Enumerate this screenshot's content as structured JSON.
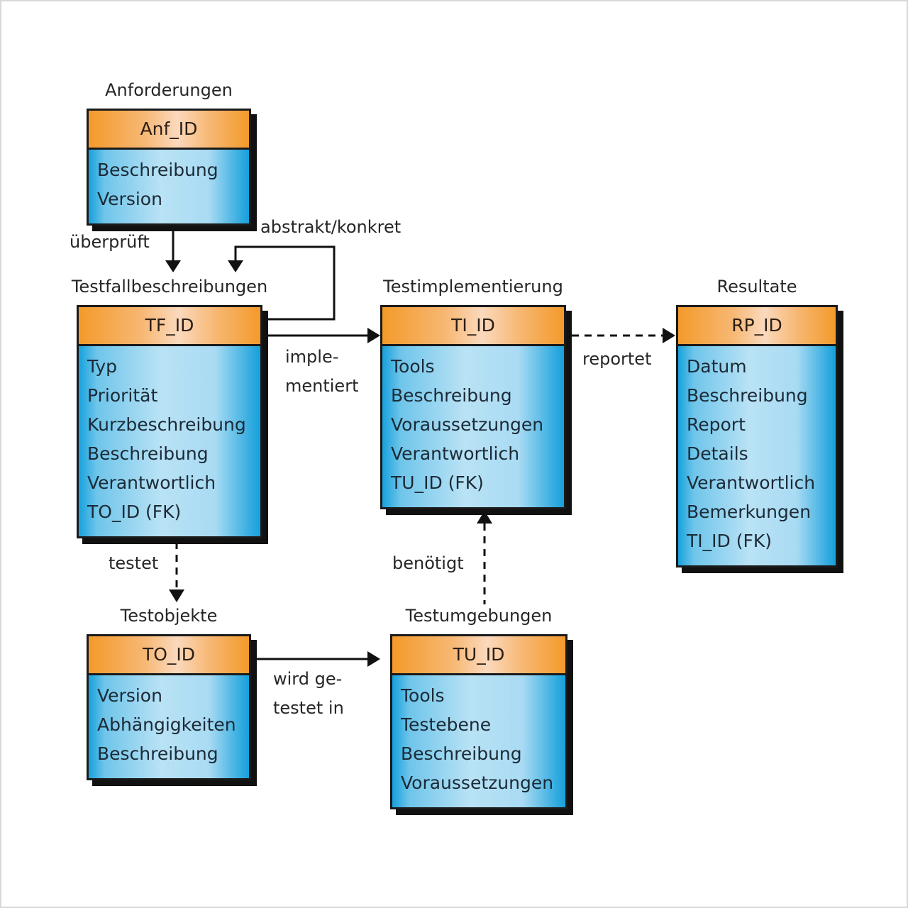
{
  "diagram": {
    "accent_colors": {
      "key_header": "#f39a2a",
      "attribute_body": "#6fc5ea",
      "border": "#1a1a1a"
    },
    "entities": {
      "anforderungen": {
        "title": "Anforderungen",
        "key": "Anf_ID",
        "attributes": [
          "Beschreibung",
          "Version"
        ]
      },
      "testfallbeschreibungen": {
        "title": "Testfallbeschreibungen",
        "key": "TF_ID",
        "attributes": [
          "Typ",
          "Priorität",
          "Kurzbeschreibung",
          "Beschreibung",
          "Verantwortlich",
          "TO_ID (FK)"
        ]
      },
      "testimplementierung": {
        "title": "Testimplementierung",
        "key": "TI_ID",
        "attributes": [
          "Tools",
          "Beschreibung",
          "Voraussetzungen",
          "Verantwortlich",
          "TU_ID (FK)"
        ]
      },
      "resultate": {
        "title": "Resultate",
        "key": "RP_ID",
        "attributes": [
          "Datum",
          "Beschreibung",
          "Report",
          "Details",
          "Verantwortlich",
          "Bemerkungen",
          "TI_ID (FK)"
        ]
      },
      "testobjekte": {
        "title": "Testobjekte",
        "key": "TO_ID",
        "attributes": [
          "Version",
          "Abhängigkeiten",
          "Beschreibung"
        ]
      },
      "testumgebungen": {
        "title": "Testumgebungen",
        "key": "TU_ID",
        "attributes": [
          "Tools",
          "Testebene",
          "Beschreibung",
          "Voraussetzungen"
        ]
      }
    },
    "relationships": {
      "ueberprueft": {
        "label": "überprüft",
        "from": "Anforderungen",
        "to": "Testfallbeschreibungen",
        "style": "solid"
      },
      "abstrakt_konkret": {
        "label": "abstrakt/konkret",
        "from": "Testfallbeschreibungen",
        "to": "Testfallbeschreibungen",
        "style": "solid"
      },
      "implementiert": {
        "label_line1": "imple-",
        "label_line2": "mentiert",
        "from": "Testfallbeschreibungen",
        "to": "Testimplementierung",
        "style": "solid"
      },
      "reportet": {
        "label": "reportet",
        "from": "Testimplementierung",
        "to": "Resultate",
        "style": "dashed"
      },
      "testet": {
        "label": "testet",
        "from": "Testfallbeschreibungen",
        "to": "Testobjekte",
        "style": "dashed"
      },
      "benoetigt": {
        "label": "benötigt",
        "from": "Testumgebungen",
        "to": "Testimplementierung",
        "style": "dashed"
      },
      "wird_getestet_in": {
        "label_line1": "wird ge-",
        "label_line2": "testet in",
        "from": "Testobjekte",
        "to": "Testumgebungen",
        "style": "solid"
      }
    }
  }
}
